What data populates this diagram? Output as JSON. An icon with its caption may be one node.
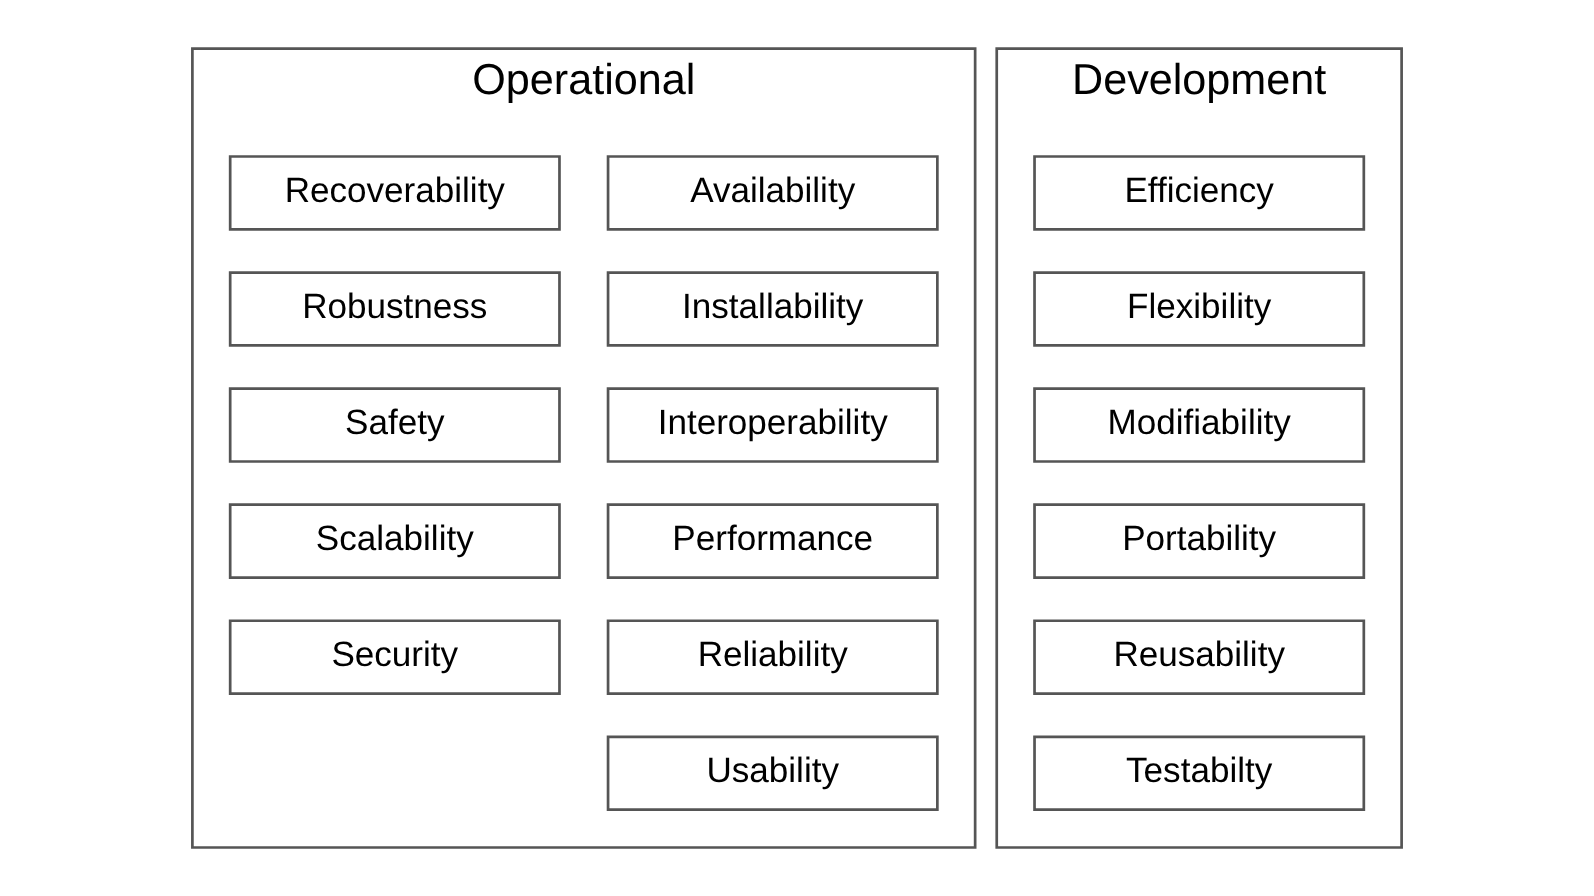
{
  "diagram": {
    "nodes": [
      {
        "text": [
          "Operational"
        ]
      },
      {
        "text": [
          "Availability"
        ],
        "in": 0
      },
      {
        "text": [
          "Recoverability"
        ],
        "in": 0
      },
      {
        "text": [
          "Installability"
        ],
        "in": 0
      },
      {
        "text": [
          "Robustness"
        ],
        "in": 0
      },
      {
        "text": [
          "Interoperability"
        ],
        "in": 0
      },
      {
        "text": [
          "Safety"
        ],
        "in": 0
      },
      {
        "text": [
          "Performance"
        ],
        "in": 0
      },
      {
        "text": [
          "Scalability"
        ],
        "in": 0
      },
      {
        "text": [
          "Reliability"
        ],
        "in": 0
      },
      {
        "text": [
          "Security"
        ],
        "in": 0
      },
      {
        "text": [
          "Usability"
        ],
        "in": 0
      },
      {
        "text": [
          "Development"
        ]
      },
      {
        "text": [
          "Efficiency"
        ],
        "in": 12
      },
      {
        "text": [
          "Flexibility"
        ],
        "in": 12
      },
      {
        "text": [
          "Modifiability"
        ],
        "in": 12
      },
      {
        "text": [
          "Portability"
        ],
        "in": 12
      },
      {
        "text": [
          "Reusability"
        ],
        "in": 12
      },
      {
        "text": [
          "Testabilty"
        ],
        "in": 12
      }
    ],
    "edges": []
  }
}
